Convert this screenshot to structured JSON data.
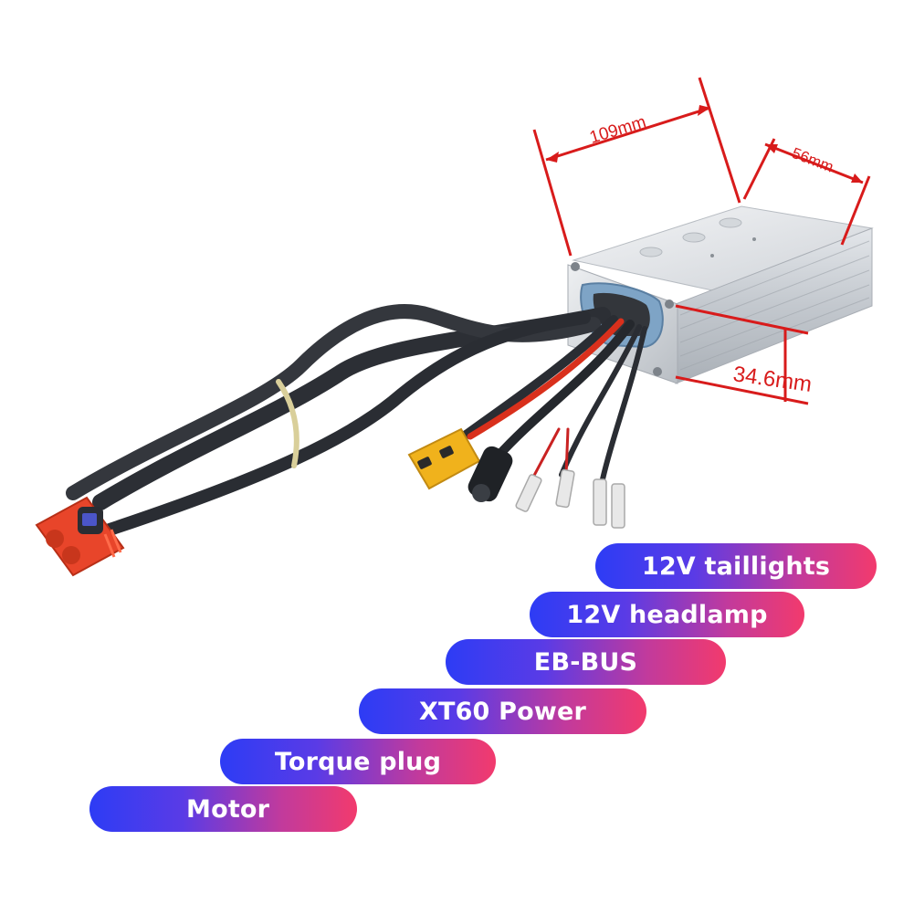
{
  "dimensions": {
    "length": "109mm",
    "width": "56mm",
    "height": "34.6mm"
  },
  "labels": [
    "12V taillights",
    "12V headlamp",
    "EB-BUS",
    "XT60 Power",
    "Torque plug",
    "Motor"
  ],
  "colors": {
    "dimension_lines": "#d81b1b",
    "pill_gradient_start": "#2d3cf5",
    "pill_gradient_end": "#f23a6d"
  }
}
